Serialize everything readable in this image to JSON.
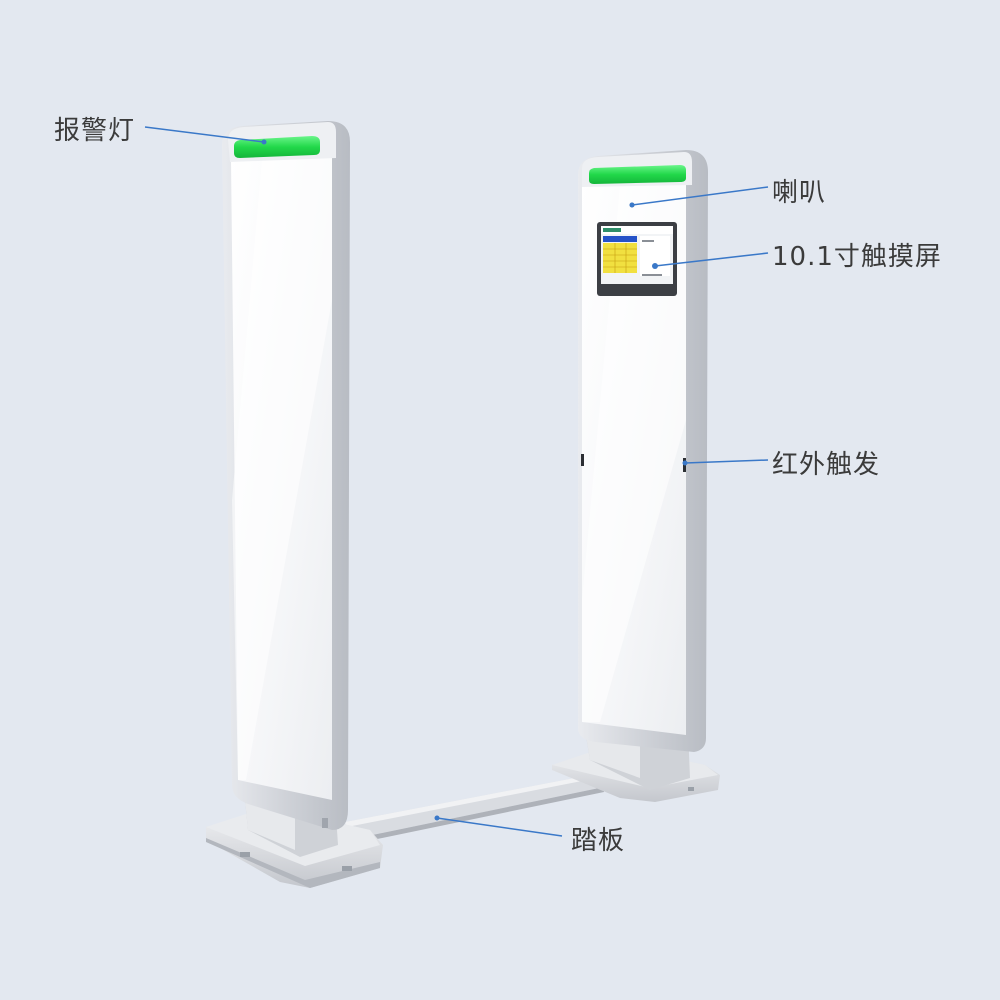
{
  "labels": {
    "alarm_light": "报警灯",
    "speaker": "喇叭",
    "touch_screen": "10.1寸触摸屏",
    "infrared_trigger": "红外触发",
    "pedal": "踏板"
  },
  "colors": {
    "background": "#e3e8f0",
    "alarm_light": "#2ee05a",
    "callout_line": "#3a78c8",
    "panel": "#f7f8fa",
    "frame": "#c9ccd2"
  }
}
